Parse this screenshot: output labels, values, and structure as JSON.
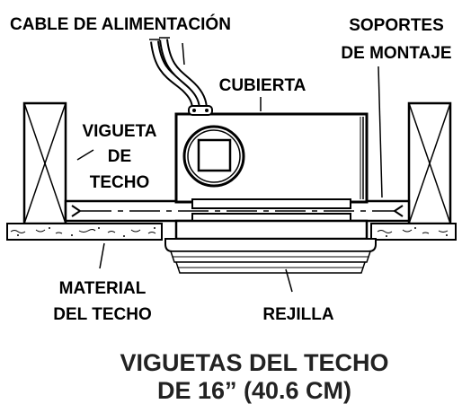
{
  "labels": {
    "power_cable": "CABLE DE ALIMENTACIÓN",
    "mounting_brackets_line1": "SOPORTES",
    "mounting_brackets_line2": "DE MONTAJE",
    "cover": "CUBIERTA",
    "joist_line1": "VIGUETA",
    "joist_line2": "DE",
    "joist_line3": "TECHO",
    "ceiling_material_line1": "MATERIAL",
    "ceiling_material_line2": "DEL TECHO",
    "grille": "REJILLA"
  },
  "caption": {
    "line1": "VIGUETAS DEL TECHO",
    "line2": "DE 16” (40.6 CM)"
  }
}
